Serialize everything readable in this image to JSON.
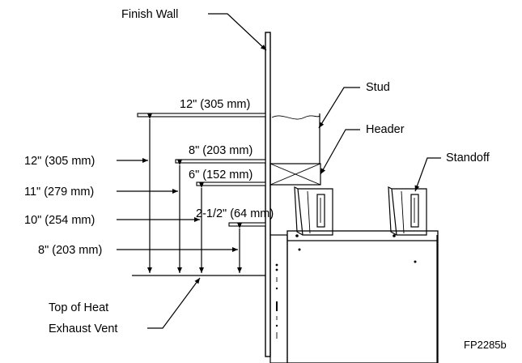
{
  "labels": {
    "finish_wall": "Finish Wall",
    "stud": "Stud",
    "header": "Header",
    "standoff": "Standoff",
    "top_of_vent_line1": "Top of Heat",
    "top_of_vent_line2": "Exhaust Vent",
    "figure_id": "FP2285b"
  },
  "clearances": {
    "top_12": "12\" (305 mm)",
    "top_8": "8\" (203 mm)",
    "top_6": "6\" (152 mm)",
    "top_2_5": "2-1/2\" (64 mm)"
  },
  "heights": {
    "h12": "12\" (305 mm)",
    "h11": "11\" (279 mm)",
    "h10": "10\" (254 mm)",
    "h8": "8\" (203 mm)"
  }
}
